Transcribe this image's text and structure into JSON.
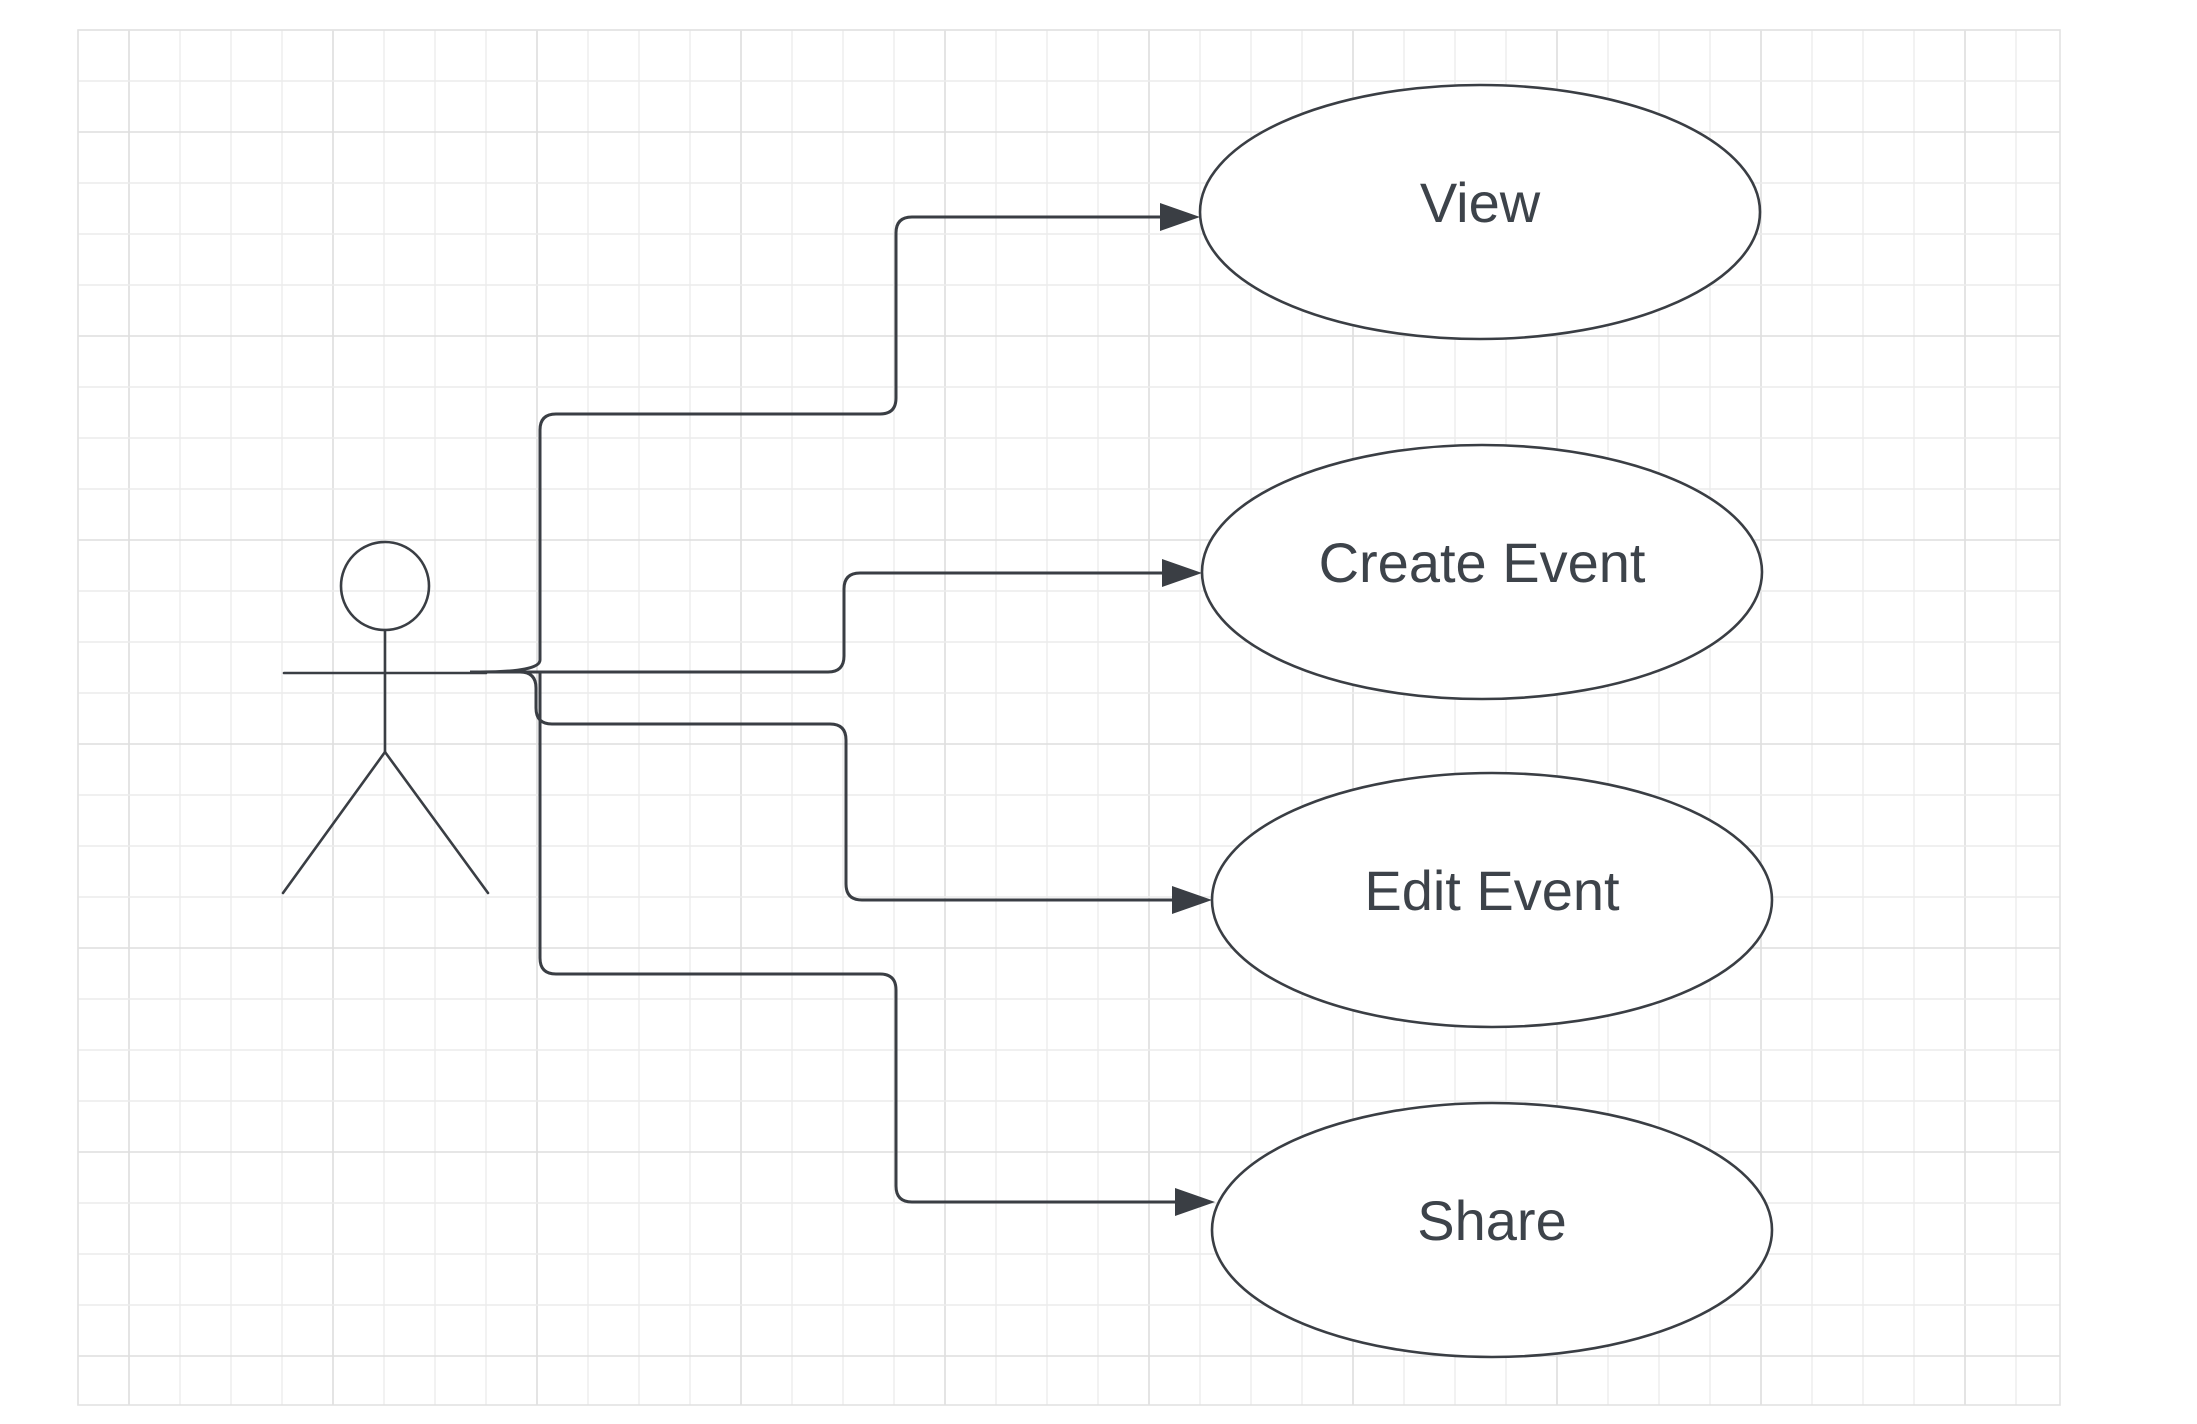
{
  "diagram": {
    "type": "use-case",
    "colors": {
      "stroke": "#3a3e44",
      "text": "#3d434a",
      "grid_minor": "#ececec",
      "grid_major": "#dedede",
      "background": "#ffffff"
    },
    "actor": {
      "label": ""
    },
    "use_cases": [
      {
        "label": "View"
      },
      {
        "label": "Create Event"
      },
      {
        "label": "Edit Event"
      },
      {
        "label": "Share"
      }
    ]
  }
}
